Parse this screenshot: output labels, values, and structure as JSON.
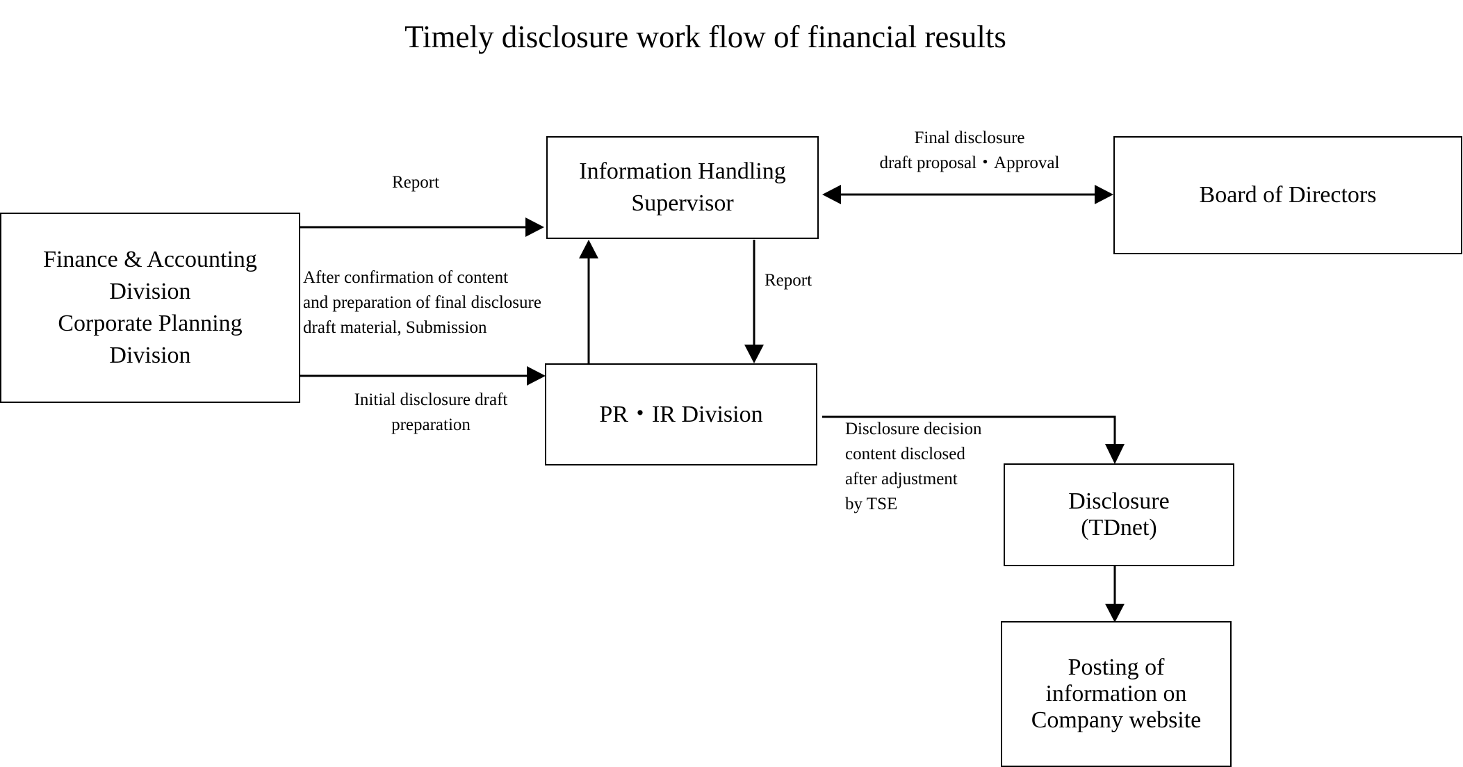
{
  "title": "Timely disclosure work flow of financial results",
  "boxes": {
    "finance": {
      "lines": [
        "Finance & Accounting",
        "Division",
        "Corporate Planning",
        "Division"
      ]
    },
    "supervisor": {
      "lines": [
        "Information Handling",
        "Supervisor"
      ]
    },
    "board": {
      "lines": [
        "Board of Directors"
      ]
    },
    "pr_ir": {
      "lines": [
        "PR・IR Division"
      ]
    },
    "disclosure": {
      "lines": [
        "Disclosure",
        "(TDnet)"
      ]
    },
    "posting": {
      "lines": [
        "Posting of",
        "information on",
        "Company website"
      ]
    }
  },
  "labels": {
    "report_top": {
      "lines": [
        "Report"
      ]
    },
    "final_proposal": {
      "lines": [
        "Final disclosure",
        "draft proposal・Approval"
      ]
    },
    "report_down": {
      "lines": [
        "Report"
      ]
    },
    "after_confirmation": {
      "lines": [
        "After confirmation of content",
        "and preparation of final disclosure",
        "draft material, Submission"
      ]
    },
    "initial_draft": {
      "lines": [
        "Initial disclosure draft",
        "preparation"
      ]
    },
    "tse_adjustment": {
      "lines": [
        "Disclosure decision",
        "content disclosed",
        "after adjustment",
        "by TSE"
      ]
    }
  }
}
